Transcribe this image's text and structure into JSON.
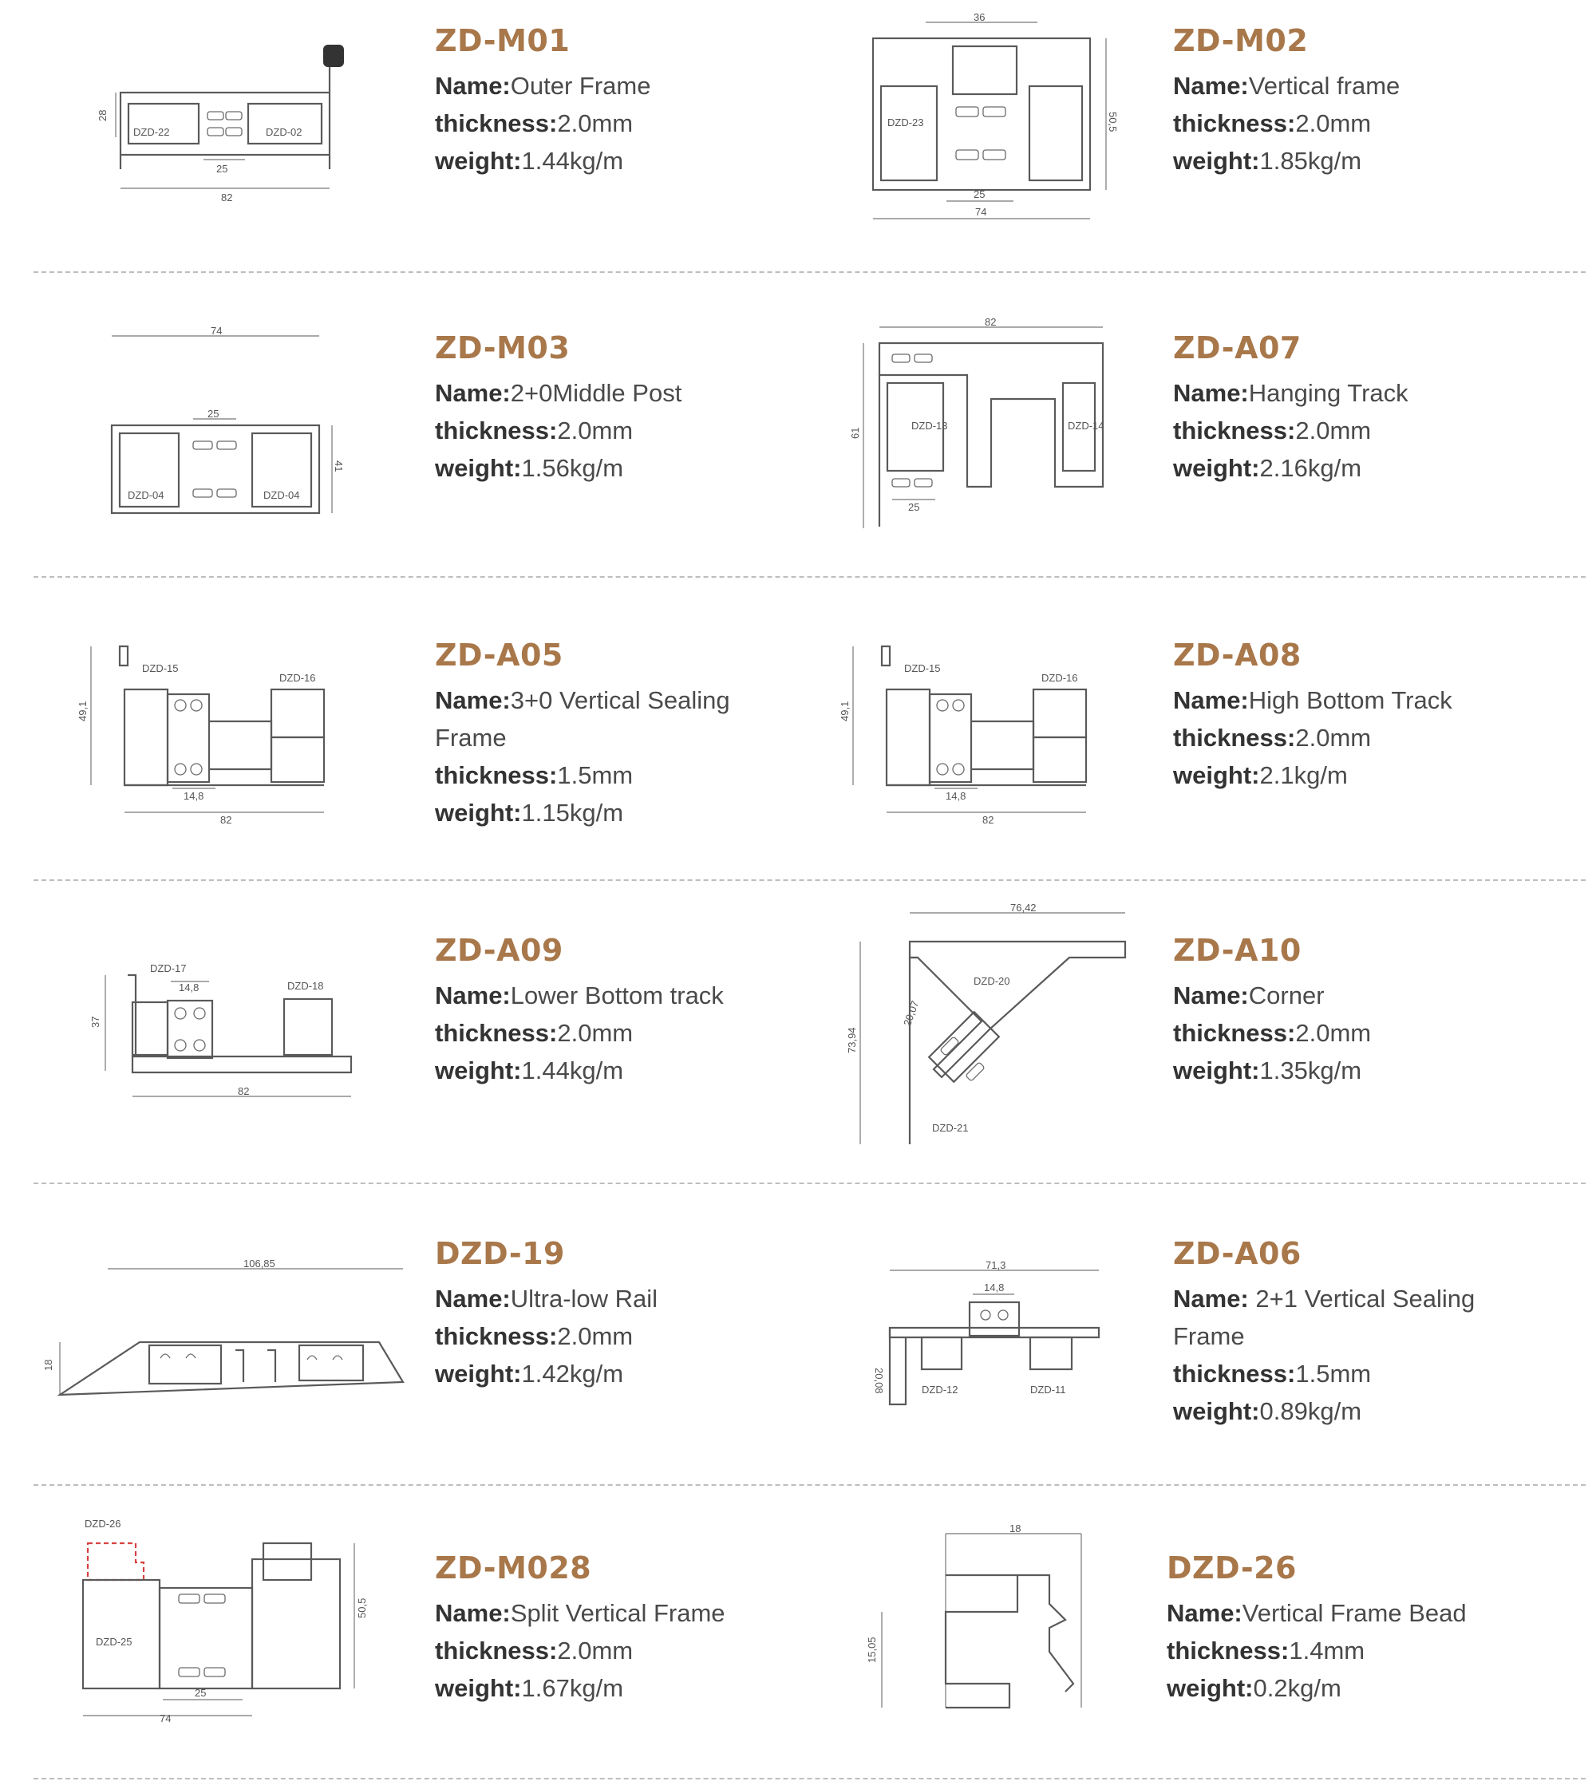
{
  "labels": {
    "name": "Name:",
    "thickness": "thickness:",
    "weight": "weight:"
  },
  "items": [
    {
      "code": "ZD-M01",
      "name": "Outer Frame",
      "thickness": "2.0mm",
      "weight": "1.44kg/m",
      "drawing": {
        "dims": [
          "82",
          "25",
          "28"
        ],
        "parts": [
          "DZD-22",
          "DZD-02"
        ]
      }
    },
    {
      "code": "ZD-M02",
      "name": "Vertical frame",
      "thickness": "2.0mm",
      "weight": "1.85kg/m",
      "drawing": {
        "dims": [
          "36",
          "74",
          "25",
          "50,5"
        ],
        "parts": [
          "DZD-23"
        ]
      }
    },
    {
      "code": "ZD-M03",
      "name": "2+0Middle Post",
      "thickness": "2.0mm",
      "weight": "1.56kg/m",
      "drawing": {
        "dims": [
          "74",
          "25",
          "41"
        ],
        "parts": [
          "DZD-04",
          "DZD-04"
        ]
      }
    },
    {
      "code": "ZD-A07",
      "name": "Hanging Track",
      "thickness": "2.0mm",
      "weight": "2.16kg/m",
      "drawing": {
        "dims": [
          "82",
          "61",
          "25"
        ],
        "parts": [
          "DZD-13",
          "DZD-14"
        ]
      }
    },
    {
      "code": "ZD-A05",
      "name": "3+0 Vertical Sealing Frame",
      "thickness": "1.5mm",
      "weight": "1.15kg/m",
      "drawing": {
        "dims": [
          "49,1",
          "14,8",
          "82"
        ],
        "parts": [
          "DZD-15",
          "DZD-16"
        ]
      }
    },
    {
      "code": "ZD-A08",
      "name": "High Bottom Track",
      "thickness": "2.0mm",
      "weight": "2.1kg/m",
      "drawing": {
        "dims": [
          "49,1",
          "14,8",
          "82"
        ],
        "parts": [
          "DZD-15",
          "DZD-16"
        ]
      }
    },
    {
      "code": "ZD-A09",
      "name": "Lower Bottom track",
      "thickness": "2.0mm",
      "weight": "1.44kg/m",
      "drawing": {
        "dims": [
          "37",
          "14,8",
          "82"
        ],
        "parts": [
          "DZD-17",
          "DZD-18"
        ]
      }
    },
    {
      "code": "ZD-A10",
      "name": "Corner",
      "thickness": "2.0mm",
      "weight": "1.35kg/m",
      "drawing": {
        "dims": [
          "76,42",
          "73,94",
          "20,07"
        ],
        "parts": [
          "DZD-20",
          "DZD-21"
        ]
      }
    },
    {
      "code": "DZD-19",
      "name": "Ultra-low Rail",
      "thickness": "2.0mm",
      "weight": "1.42kg/m",
      "drawing": {
        "dims": [
          "106,85",
          "18"
        ],
        "parts": []
      }
    },
    {
      "code": "ZD-A06",
      "name": " 2+1 Vertical Sealing Frame",
      "thickness": "1.5mm",
      "weight": "0.89kg/m",
      "drawing": {
        "dims": [
          "71,3",
          "14,8",
          "20,08"
        ],
        "parts": [
          "DZD-12",
          "DZD-11"
        ]
      }
    },
    {
      "code": "ZD-M028",
      "name": "Split Vertical Frame",
      "thickness": "2.0mm",
      "weight": "1.67kg/m",
      "drawing": {
        "dims": [
          "50,5",
          "25",
          "74"
        ],
        "parts": [
          "DZD-26",
          "DZD-25"
        ]
      }
    },
    {
      "code": "DZD-26",
      "name": "Vertical Frame Bead",
      "thickness": "1.4mm",
      "weight": "0.2kg/m",
      "drawing": {
        "dims": [
          "18",
          "15,05"
        ],
        "parts": []
      }
    }
  ]
}
